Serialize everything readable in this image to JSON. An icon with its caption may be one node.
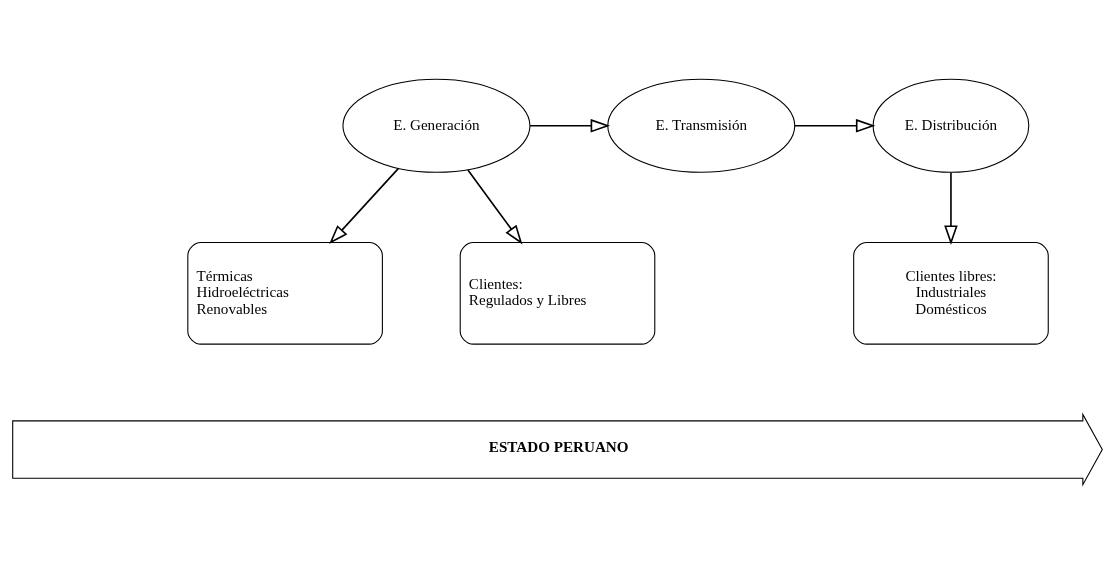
{
  "diagram": {
    "nodes": [
      {
        "text": [
          "E. Generación"
        ]
      },
      {
        "text": [
          "E. Transmisión"
        ]
      },
      {
        "text": [
          "E. Distribución"
        ]
      },
      {
        "text": [
          "Térmicas",
          "Hidroeléctricas",
          "Renovables"
        ]
      },
      {
        "text": [
          "Clientes:",
          "Regulados y Libres"
        ]
      },
      {
        "text": [
          "Clientes libres:",
          "Industriales",
          "Domésticos"
        ]
      },
      {
        "text": [
          "ESTADO PERUANO"
        ]
      }
    ],
    "edges": [
      {
        "from": 0,
        "to": 1,
        "arrow": "to"
      },
      {
        "from": 1,
        "to": 2,
        "arrow": "to"
      },
      {
        "from": 0,
        "to": 3,
        "arrow": "to"
      },
      {
        "from": 0,
        "to": 4,
        "arrow": "to"
      },
      {
        "from": 2,
        "to": 5,
        "arrow": "to"
      }
    ]
  }
}
